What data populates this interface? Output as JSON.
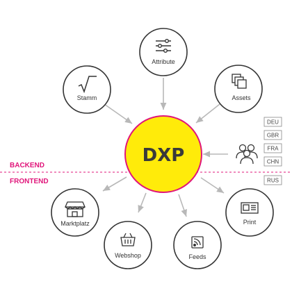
{
  "hub": {
    "label": "DXP"
  },
  "sections": {
    "backend": "BACKEND",
    "frontend": "FRONTEND"
  },
  "nodes": {
    "attribute": "Attribute",
    "stamm": "Stamm",
    "assets": "Assets",
    "marktplatz": "Marktplatz",
    "webshop": "Webshop",
    "feeds": "Feeds",
    "print": "Print"
  },
  "languages": [
    "DEU",
    "GBR",
    "FRA",
    "CHN",
    "RUS"
  ],
  "colors": {
    "hub_fill": "#ffeb0a",
    "hub_stroke": "#e0157a",
    "accent": "#e0157a",
    "arrow": "#b8b8b8",
    "node_stroke": "#333333"
  }
}
